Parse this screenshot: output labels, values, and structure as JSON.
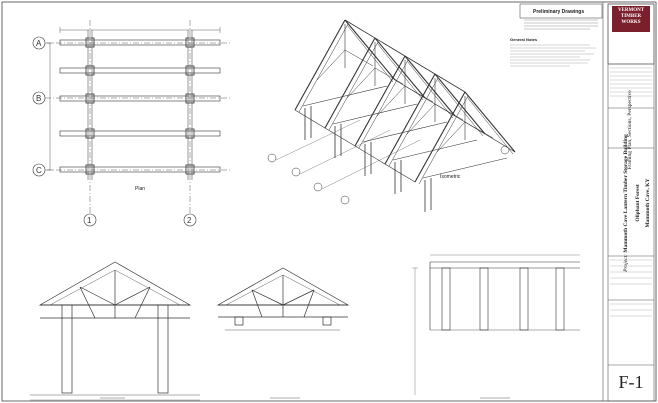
{
  "drawing": {
    "plan_label": "Plan",
    "perspective_label": "Isometric",
    "grid_rows": [
      "A",
      "B",
      "C"
    ],
    "grid_cols": [
      "1",
      "2"
    ]
  },
  "notes": {
    "preliminary_title": "Preliminary Drawings",
    "general_notes_title": "General Notes"
  },
  "company": {
    "name_line1": "VERMONT",
    "name_line2": "TIMBER",
    "name_line3": "WORKS"
  },
  "title_block": {
    "sheet_subject": "Framing Plan, Sections, Perspective",
    "project_prefix": "Project:",
    "project_name": "Mammoth Cave Lantern Timber Storage Building",
    "project_location": "Mammoth Cave, KY",
    "client": "Oliphant Forest",
    "sheet_number": "F-1"
  },
  "colors": {
    "line": "#333333",
    "maroon": "#7a1f2b"
  }
}
